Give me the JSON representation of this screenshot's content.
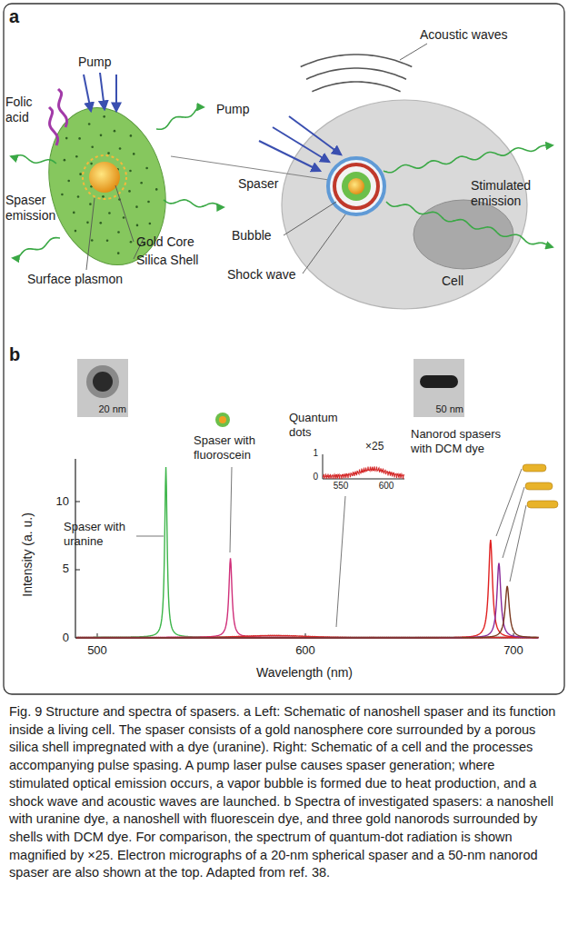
{
  "diagram": {
    "caption": "Fig. 9 Structure and spectra of spasers. a Left: Schematic of nanoshell spaser and its function inside a living cell. The spaser consists of a gold nanosphere core surrounded by a porous silica shell impregnated with a dye (uranine). Right: Schematic of a cell and the processes accompanying pulse spasing. A pump laser pulse causes spaser generation; where stimulated optical emission occurs, a vapor bubble is formed due to heat production, and a shock wave and acoustic waves are launched. b Spectra of investigated spasers: a nanoshell with uranine dye, a nanoshell with fluorescein dye, and three gold nanorods surrounded by shells with DCM dye. For comparison, the spectrum of quantum-dot radiation is shown magnified by ×25. Electron micrographs of a 20-nm spherical spaser and a 50-nm nanorod spaser are also shown at the top. Adapted from ref. 38.",
    "labels": [
      "a",
      "Pump",
      "Folic acid",
      "Spaser emission",
      "Gold Core",
      "Silica Shell",
      "Surface plasmon",
      "Acoustic waves",
      "Pump",
      "Spaser",
      "Stimulated emission",
      "Bubble",
      "Shock wave",
      "Cell",
      "b",
      "20 nm",
      "50 nm",
      "10",
      "5",
      "0",
      "Intensity (a. u.)",
      "500",
      "600",
      "700",
      "Wavelength (nm)",
      "Spaser with uranine",
      "Spaser with fluoroscein",
      "Quantum dots",
      "×25",
      "1",
      "0",
      "550",
      "600",
      "Nanorod spasers with DCM dye"
    ]
  }
}
